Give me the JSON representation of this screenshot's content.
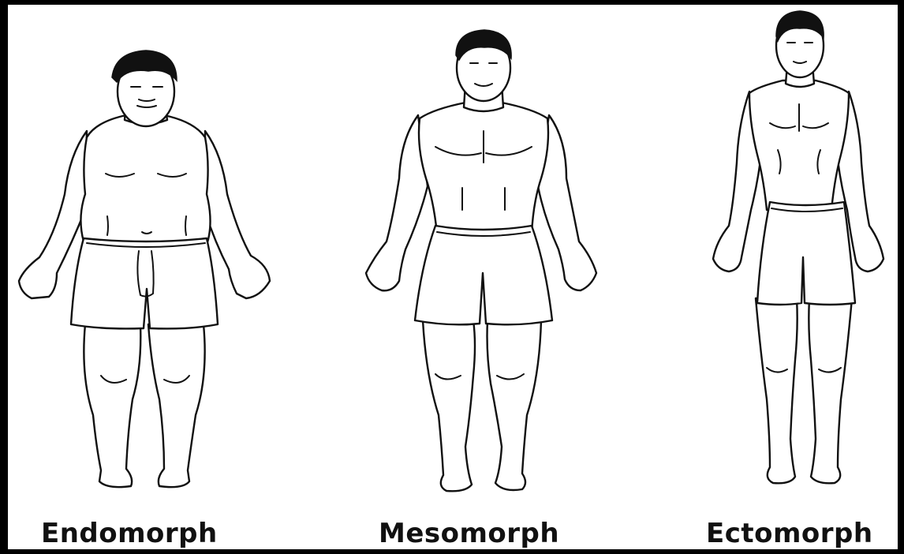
{
  "figures": [
    {
      "id": "endomorph",
      "label": "Endomorph"
    },
    {
      "id": "mesomorph",
      "label": "Mesomorph"
    },
    {
      "id": "ectomorph",
      "label": "Ectomorph"
    }
  ],
  "colors": {
    "line": "#111111",
    "background": "#ffffff",
    "border": "#000000"
  }
}
